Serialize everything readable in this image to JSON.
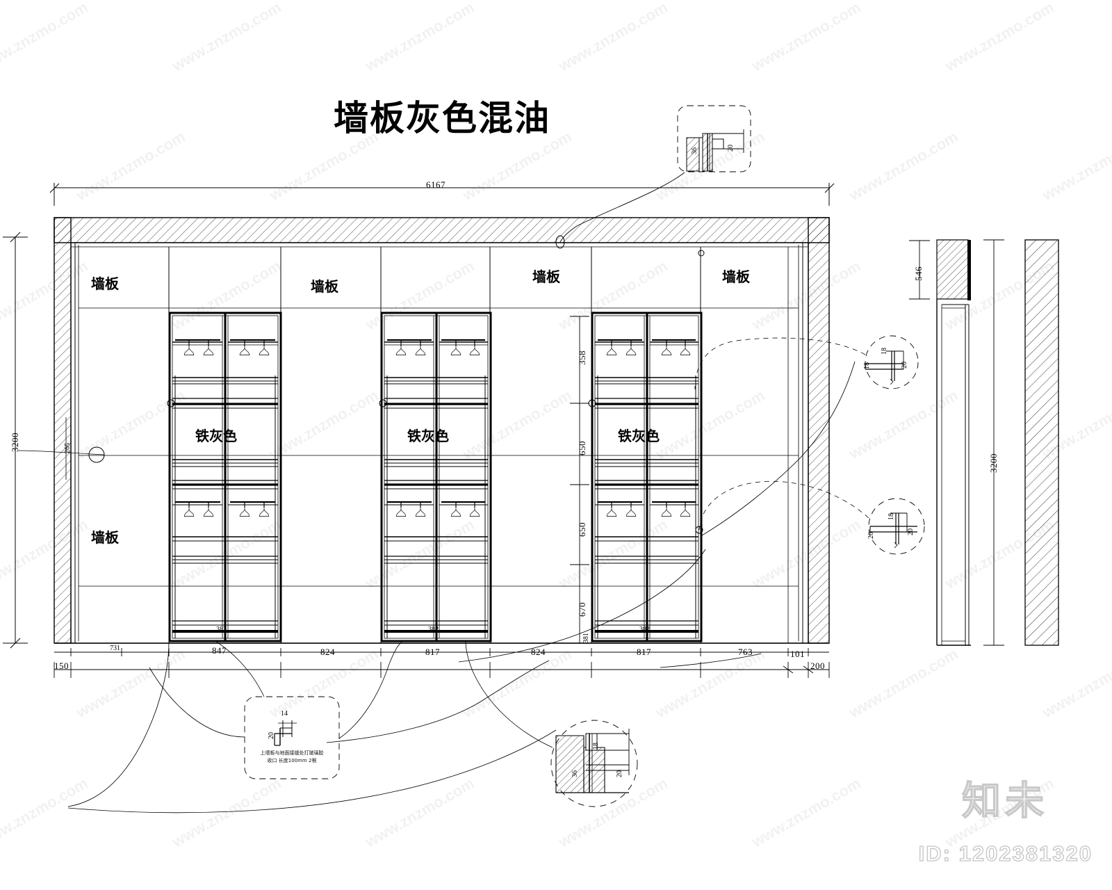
{
  "drawing": {
    "title": "墙板灰色混油",
    "type": "cabinet-elevation-cad-drawing"
  },
  "panel_labels": {
    "wall_panel": "墙板",
    "wall_panel_instances": [
      "墙板",
      "墙板",
      "墙板",
      "墙板",
      "墙板"
    ],
    "iron_grey": "铁灰色",
    "iron_grey_instances": [
      "铁灰色",
      "铁灰色",
      "铁灰色"
    ]
  },
  "dimensions": {
    "overall_width": "6167",
    "overall_height_left": "3200",
    "overall_height_right": "3200",
    "top_band_right": "546",
    "bottom_chain": [
      "150",
      "847",
      "824",
      "817",
      "824",
      "817",
      "763",
      "101",
      "200"
    ],
    "bottom_chain_small": [
      "731",
      "382",
      "382",
      "382",
      "381"
    ],
    "right_chain": [
      "358",
      "650",
      "650",
      "670"
    ],
    "left_small": "265"
  },
  "details": {
    "top_right": {
      "a": "36",
      "b": "20"
    },
    "mid_right": {
      "a": "18",
      "b": "20"
    },
    "low_right": {
      "a": "18",
      "b": "20"
    },
    "bottom_center": {
      "a": "14",
      "b": "20",
      "note_line1": "上墙板与地面接缝处打玻璃胶",
      "note_line2": "收口 长度100mm 2根"
    },
    "bottom_right": {
      "a": "36",
      "b": "18",
      "c": "20"
    }
  },
  "watermark": {
    "logo": "知未",
    "id": "ID: 1202381320",
    "tile_text": "www.znzmo.com"
  }
}
